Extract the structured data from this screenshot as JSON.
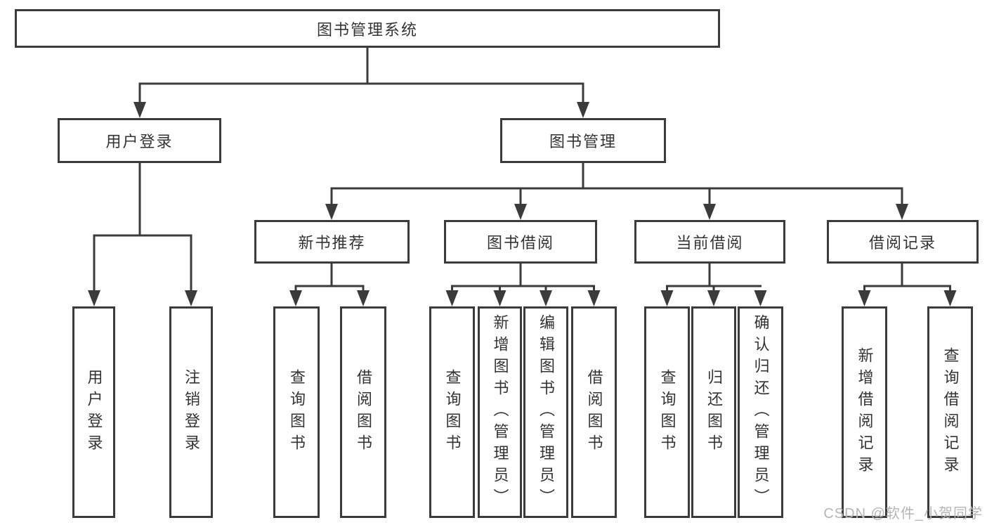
{
  "tree": {
    "root": "图书管理系统",
    "user_login": {
      "label": "用户登录",
      "children": [
        "用户登录",
        "注销登录"
      ]
    },
    "book_management": {
      "label": "图书管理",
      "groups": [
        {
          "label": "新书推荐",
          "children": [
            "查询图书",
            "借阅图书"
          ]
        },
        {
          "label": "图书借阅",
          "children": [
            "查询图书",
            "新增图书（管理员）",
            "编辑图书（管理员）",
            "借阅图书"
          ]
        },
        {
          "label": "当前借阅",
          "children": [
            "查询图书",
            "归还图书",
            "确认归还（管理员）"
          ]
        },
        {
          "label": "借阅记录",
          "children": [
            "新增借阅记录",
            "查询借阅记录"
          ]
        }
      ]
    }
  },
  "watermark": "CSDN @软件_小贺同学",
  "colors": {
    "line": "#3b3b3b",
    "text": "#333333",
    "background": "#ffffff",
    "watermark": "#b5b5b5"
  }
}
